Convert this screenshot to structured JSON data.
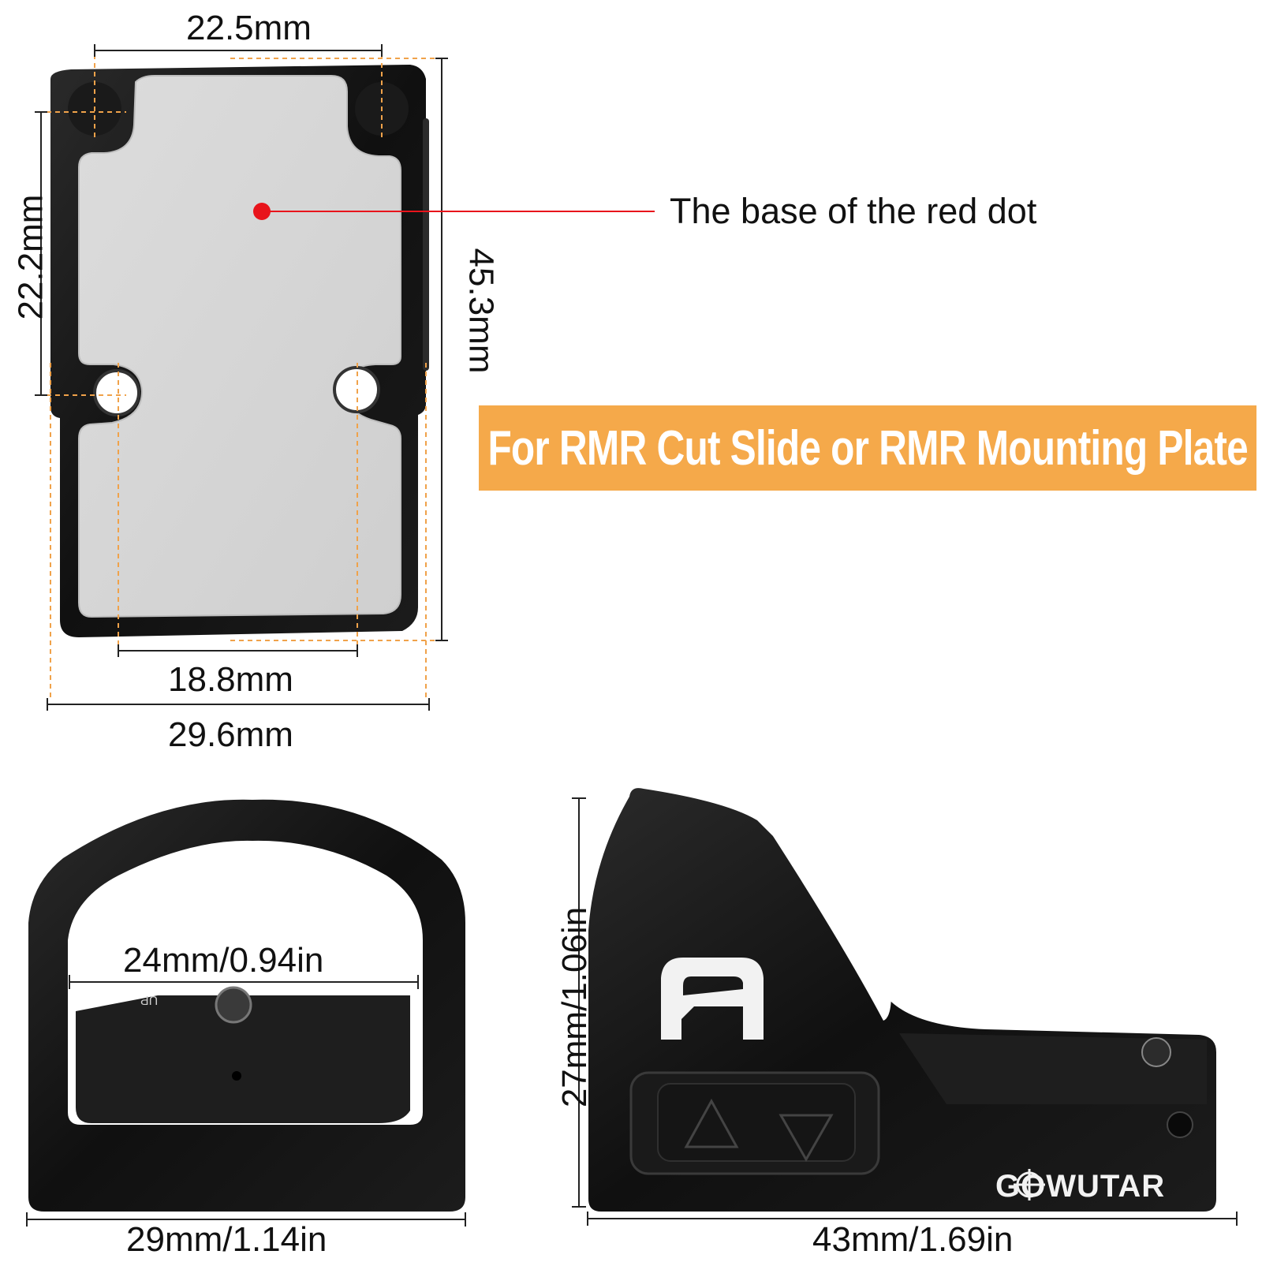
{
  "colors": {
    "banner": "#f5a94a",
    "guide": "#f0a24a",
    "pointer": "#e8141b",
    "body": "#131313",
    "plate": "#d7d7d7"
  },
  "icons": [
    "red-dot-marker",
    "button-up-triangle-icon",
    "button-down-triangle-icon",
    "logo-letter-a",
    "brand-crosshair-icon"
  ],
  "plate_view": {
    "dim_top": "22.5mm",
    "dim_left": "22.2mm",
    "dim_right": "45.3mm",
    "dim_bottom_inner": "18.8mm",
    "dim_bottom_outer": "29.6mm",
    "callout": "The base of the red dot"
  },
  "banner": {
    "text": "For RMR Cut Slide or RMR Mounting Plate"
  },
  "front_view": {
    "dim_window": "24mm/0.94in",
    "dim_width": "29mm/1.14in",
    "up_mark": "UP"
  },
  "side_view": {
    "dim_height": "27mm/1.06in",
    "dim_length": "43mm/1.69in",
    "brand": "GOWUTAR"
  }
}
